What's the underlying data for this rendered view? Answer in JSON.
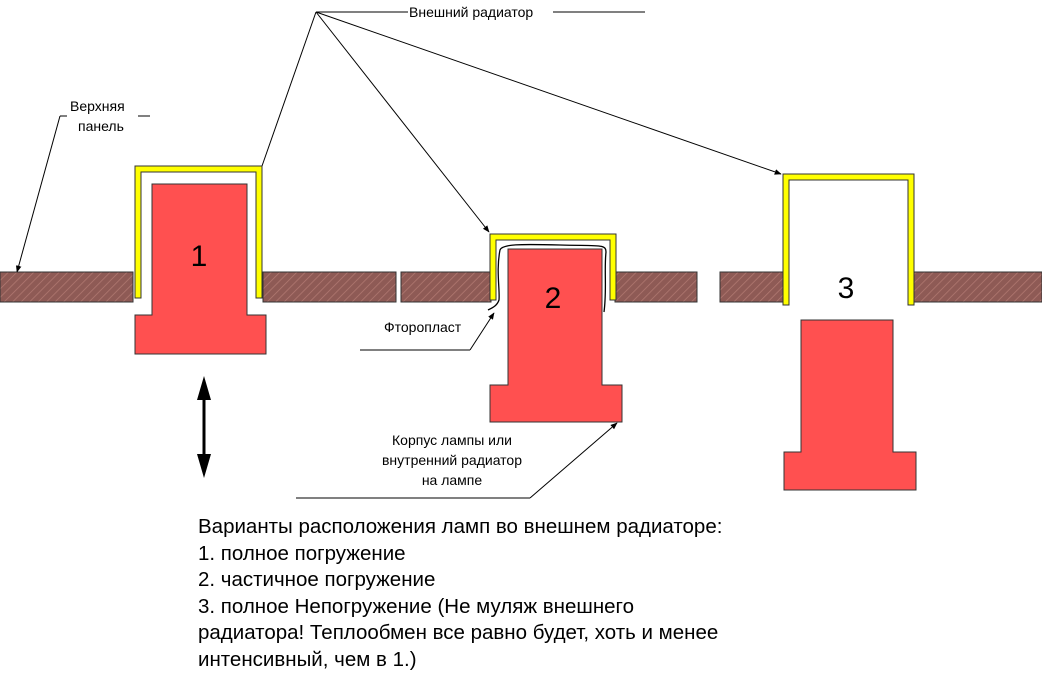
{
  "labels": {
    "outer_radiator": "Внешний радиатор",
    "top_panel_line1": "Верхняя",
    "top_panel_line2": "панель",
    "ptfe": "Фторопласт",
    "lamp_body_line1": "Корпус лампы или",
    "lamp_body_line2": "внутренний радиатор",
    "lamp_body_line3": "на лампе"
  },
  "lamps": [
    {
      "number": "1"
    },
    {
      "number": "2"
    },
    {
      "number": "3"
    }
  ],
  "caption": {
    "title": "Варианты расположения ламп во внешнем радиаторе:",
    "items": [
      "1. полное погружение",
      "2. частичное погружение",
      "3. полное Непогружение (Не муляж внешнего",
      "радиатора! Теплообмен все равно будет, хоть и менее",
      "интенсивный, чем в 1.)"
    ]
  },
  "colors": {
    "lamp": "#ff5050",
    "radiator": "#ffff00",
    "panel": "#8b5a52"
  }
}
